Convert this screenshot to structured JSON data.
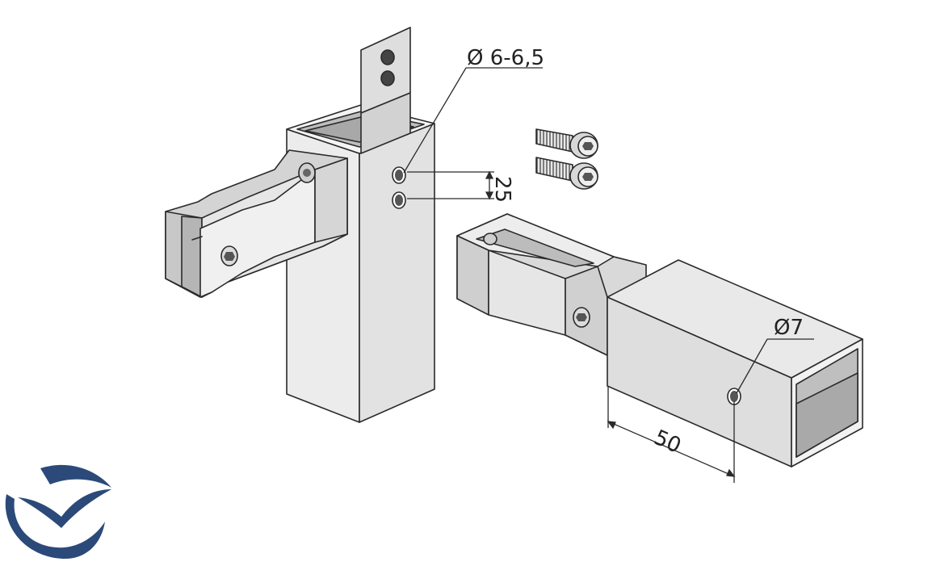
{
  "dimensions": {
    "hole_diameter_top": "Ø 6-6,5",
    "hole_spacing": "25",
    "hole_diameter_side": "Ø7",
    "insert_distance": "50"
  },
  "colors": {
    "line": "#2a2a2a",
    "face_light": "#ededed",
    "face_mid": "#dcdcdc",
    "face_dark": "#c6c6c6",
    "interior": "#b9b9b9",
    "logo": "#2b4a79"
  },
  "icons": {
    "logo": "bird-logo-icon",
    "screw": "hex-socket-screw-icon"
  }
}
